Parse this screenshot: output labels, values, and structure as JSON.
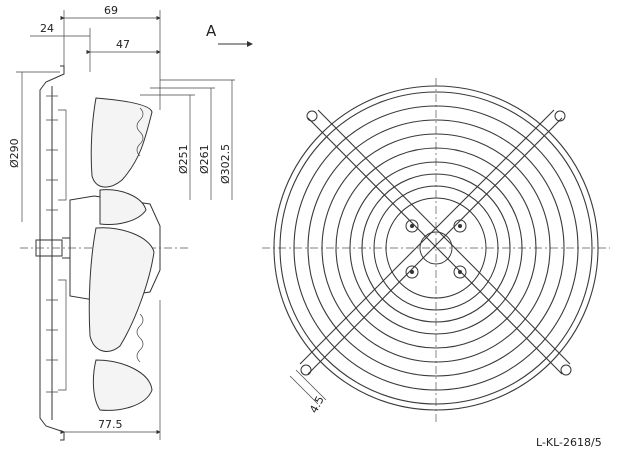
{
  "dimensions": {
    "d69": "69",
    "d24": "24",
    "d47": "47",
    "d77_5": "77.5",
    "d290": "Ø290",
    "d251": "Ø251",
    "d261": "Ø261",
    "d302_5": "Ø302.5",
    "d4_5": "4.5"
  },
  "view_marker": "A",
  "drawing_code": "L-KL-2618/5",
  "colors": {
    "line": "#333333",
    "background": "#ffffff"
  }
}
